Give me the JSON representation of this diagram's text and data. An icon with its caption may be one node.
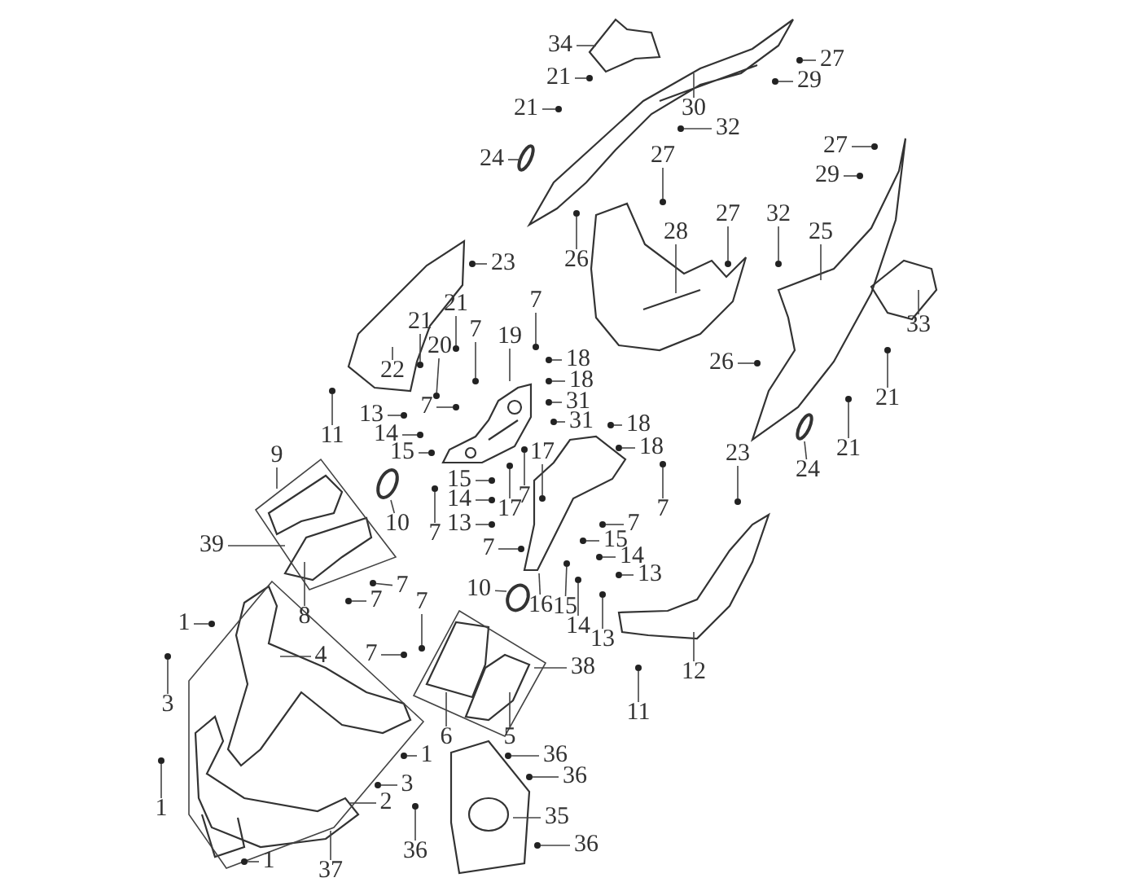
{
  "diagram": {
    "nodes": [
      {
        "text": [
          "34"
        ]
      },
      {
        "text": [
          "27"
        ]
      },
      {
        "text": [
          "21"
        ]
      },
      {
        "text": [
          "29"
        ]
      },
      {
        "text": [
          "21"
        ]
      },
      {
        "text": [
          "30"
        ]
      },
      {
        "text": [
          "32"
        ]
      },
      {
        "text": [
          "27"
        ]
      },
      {
        "text": [
          "24"
        ]
      },
      {
        "text": [
          "27"
        ]
      },
      {
        "text": [
          "29"
        ]
      },
      {
        "text": [
          "27"
        ]
      },
      {
        "text": [
          "32"
        ]
      },
      {
        "text": [
          "28"
        ]
      },
      {
        "text": [
          "25"
        ]
      },
      {
        "text": [
          "26"
        ]
      },
      {
        "text": [
          "23"
        ]
      },
      {
        "text": [
          "7"
        ]
      },
      {
        "text": [
          "21"
        ]
      },
      {
        "text": [
          "21"
        ]
      },
      {
        "text": [
          "33"
        ]
      },
      {
        "text": [
          "7"
        ]
      },
      {
        "text": [
          "19"
        ]
      },
      {
        "text": [
          "20"
        ]
      },
      {
        "text": [
          "18"
        ]
      },
      {
        "text": [
          "26"
        ]
      },
      {
        "text": [
          "22"
        ]
      },
      {
        "text": [
          "18"
        ]
      },
      {
        "text": [
          "21"
        ]
      },
      {
        "text": [
          "31"
        ]
      },
      {
        "text": [
          "7"
        ]
      },
      {
        "text": [
          "13"
        ]
      },
      {
        "text": [
          "31"
        ]
      },
      {
        "text": [
          "18"
        ]
      },
      {
        "text": [
          "14"
        ]
      },
      {
        "text": [
          "11"
        ]
      },
      {
        "text": [
          "18"
        ]
      },
      {
        "text": [
          "21"
        ]
      },
      {
        "text": [
          "15"
        ]
      },
      {
        "text": [
          "17"
        ]
      },
      {
        "text": [
          "9"
        ]
      },
      {
        "text": [
          "23"
        ]
      },
      {
        "text": [
          "24"
        ]
      },
      {
        "text": [
          "15"
        ]
      },
      {
        "text": [
          "10"
        ]
      },
      {
        "text": [
          "14"
        ]
      },
      {
        "text": [
          "17"
        ]
      },
      {
        "text": [
          "7"
        ]
      },
      {
        "text": [
          "7"
        ]
      },
      {
        "text": [
          "13"
        ]
      },
      {
        "text": [
          "7"
        ]
      },
      {
        "text": [
          "7"
        ]
      },
      {
        "text": [
          "15"
        ]
      },
      {
        "text": [
          "39"
        ]
      },
      {
        "text": [
          "7"
        ]
      },
      {
        "text": [
          "14"
        ]
      },
      {
        "text": [
          "13"
        ]
      },
      {
        "text": [
          "7"
        ]
      },
      {
        "text": [
          "10"
        ]
      },
      {
        "text": [
          "7"
        ]
      },
      {
        "text": [
          "7"
        ]
      },
      {
        "text": [
          "16"
        ]
      },
      {
        "text": [
          "15"
        ]
      },
      {
        "text": [
          "8"
        ]
      },
      {
        "text": [
          "1"
        ]
      },
      {
        "text": [
          "14"
        ]
      },
      {
        "text": [
          "13"
        ]
      },
      {
        "text": [
          "7"
        ]
      },
      {
        "text": [
          "4"
        ]
      },
      {
        "text": [
          "38"
        ]
      },
      {
        "text": [
          "12"
        ]
      },
      {
        "text": [
          "3"
        ]
      },
      {
        "text": [
          "11"
        ]
      },
      {
        "text": [
          "6"
        ]
      },
      {
        "text": [
          "5"
        ]
      },
      {
        "text": [
          "36"
        ]
      },
      {
        "text": [
          "1"
        ]
      },
      {
        "text": [
          "1"
        ]
      },
      {
        "text": [
          "36"
        ]
      },
      {
        "text": [
          "3"
        ]
      },
      {
        "text": [
          "2"
        ]
      },
      {
        "text": [
          "35"
        ]
      },
      {
        "text": [
          "36"
        ]
      },
      {
        "text": [
          "36"
        ]
      },
      {
        "text": [
          "1"
        ]
      },
      {
        "text": [
          "37"
        ]
      },
      {
        "text": [],
        "shape": "circle"
      },
      {
        "text": [],
        "shape": "circle"
      },
      {
        "text": [],
        "shape": "circle"
      },
      {
        "text": [],
        "shape": "circle"
      },
      {
        "text": [],
        "shape": "circle"
      },
      {
        "text": [],
        "shape": "circle"
      },
      {
        "text": [],
        "shape": "circle"
      },
      {
        "text": [],
        "shape": "circle"
      },
      {
        "text": [],
        "shape": "circle"
      },
      {
        "text": [],
        "shape": "circle"
      },
      {
        "text": [],
        "shape": "circle"
      },
      {
        "text": [],
        "shape": "circle"
      },
      {
        "text": [],
        "shape": "circle"
      },
      {
        "text": [],
        "shape": "circle"
      },
      {
        "text": [],
        "shape": "circle"
      },
      {
        "text": [],
        "shape": "circle"
      },
      {
        "text": [],
        "shape": "circle"
      },
      {
        "text": [],
        "shape": "circle"
      },
      {
        "text": [],
        "shape": "circle"
      },
      {
        "text": [],
        "shape": "circle"
      },
      {
        "text": [],
        "shape": "circle"
      },
      {
        "text": [],
        "shape": "circle"
      },
      {
        "text": [],
        "shape": "circle"
      },
      {
        "text": [],
        "shape": "circle"
      },
      {
        "text": [],
        "shape": "circle"
      },
      {
        "text": [],
        "shape": "circle"
      },
      {
        "text": [],
        "shape": "circle"
      },
      {
        "text": [],
        "shape": "circle"
      },
      {
        "text": [],
        "shape": "circle"
      },
      {
        "text": [],
        "shape": "circle"
      },
      {
        "text": [],
        "shape": "circle"
      },
      {
        "text": [],
        "shape": "circle"
      },
      {
        "text": [],
        "shape": "circle"
      },
      {
        "text": [],
        "shape": "circle"
      },
      {
        "text": [],
        "shape": "circle"
      },
      {
        "text": [],
        "shape": "circle"
      },
      {
        "text": [],
        "shape": "circle"
      },
      {
        "text": [],
        "shape": "circle"
      },
      {
        "text": [],
        "shape": "circle"
      },
      {
        "text": [],
        "shape": "circle"
      },
      {
        "text": [],
        "shape": "circle"
      },
      {
        "text": [],
        "shape": "circle"
      },
      {
        "text": [],
        "shape": "circle"
      },
      {
        "text": [],
        "shape": "circle"
      },
      {
        "text": [],
        "shape": "circle"
      },
      {
        "text": [],
        "shape": "circle"
      },
      {
        "text": [],
        "shape": "circle"
      },
      {
        "text": [],
        "shape": "circle"
      },
      {
        "text": [],
        "shape": "circle"
      },
      {
        "text": [],
        "shape": "circle"
      },
      {
        "text": [],
        "shape": "circle"
      },
      {
        "text": [],
        "shape": "circle"
      },
      {
        "text": [],
        "shape": "circle"
      },
      {
        "text": [],
        "shape": "circle"
      },
      {
        "text": [],
        "shape": "circle"
      },
      {
        "text": [],
        "shape": "circle"
      },
      {
        "text": [],
        "shape": "circle"
      },
      {
        "text": [],
        "shape": "circle"
      },
      {
        "text": [],
        "shape": "circle"
      },
      {
        "text": [],
        "shape": "circle"
      },
      {
        "text": [],
        "shape": "circle"
      },
      {
        "text": [],
        "shape": "circle"
      },
      {
        "text": [],
        "shape": "circle"
      },
      {
        "text": [],
        "shape": "ring"
      },
      {
        "text": [],
        "shape": "ring"
      },
      {
        "text": [],
        "shape": "ring"
      },
      {
        "text": [],
        "shape": "ring"
      }
    ],
    "edges": [
      {
        "from": 0,
        "to": null,
        "arrow": "none"
      },
      {
        "from": 1,
        "to": 86,
        "arrow": "none"
      },
      {
        "from": 2,
        "to": 87,
        "arrow": "none"
      },
      {
        "from": 3,
        "to": 88,
        "arrow": "none"
      },
      {
        "from": 4,
        "to": 89,
        "arrow": "none"
      },
      {
        "from": 5,
        "to": null,
        "arrow": "none"
      },
      {
        "from": 6,
        "to": 90,
        "arrow": "none"
      },
      {
        "from": 7,
        "to": 91,
        "arrow": "none"
      },
      {
        "from": 8,
        "to": 149,
        "arrow": "none"
      },
      {
        "from": 9,
        "to": 92,
        "arrow": "none"
      },
      {
        "from": 10,
        "to": 93,
        "arrow": "none"
      },
      {
        "from": 11,
        "to": 94,
        "arrow": "none"
      },
      {
        "from": 12,
        "to": 95,
        "arrow": "none"
      },
      {
        "from": 13,
        "to": null,
        "arrow": "none"
      },
      {
        "from": 14,
        "to": null,
        "arrow": "none"
      },
      {
        "from": 15,
        "to": 96,
        "arrow": "none"
      },
      {
        "from": 16,
        "to": 97,
        "arrow": "none"
      },
      {
        "from": 17,
        "to": 98,
        "arrow": "none"
      },
      {
        "from": 18,
        "to": 99,
        "arrow": "none"
      },
      {
        "from": 19,
        "to": 100,
        "arrow": "none"
      },
      {
        "from": 20,
        "to": null,
        "arrow": "none"
      },
      {
        "from": 21,
        "to": 101,
        "arrow": "none"
      },
      {
        "from": 22,
        "to": null,
        "arrow": "none"
      },
      {
        "from": 23,
        "to": 102,
        "arrow": "none"
      },
      {
        "from": 24,
        "to": 103,
        "arrow": "none"
      },
      {
        "from": 25,
        "to": 104,
        "arrow": "none"
      },
      {
        "from": 26,
        "to": null,
        "arrow": "none"
      },
      {
        "from": 27,
        "to": 105,
        "arrow": "none"
      },
      {
        "from": 28,
        "to": 106,
        "arrow": "none"
      },
      {
        "from": 29,
        "to": 107,
        "arrow": "none"
      },
      {
        "from": 30,
        "to": 108,
        "arrow": "none"
      },
      {
        "from": 31,
        "to": 109,
        "arrow": "none"
      },
      {
        "from": 32,
        "to": 110,
        "arrow": "none"
      },
      {
        "from": 33,
        "to": 111,
        "arrow": "none"
      },
      {
        "from": 34,
        "to": 112,
        "arrow": "none"
      },
      {
        "from": 35,
        "to": 113,
        "arrow": "none"
      },
      {
        "from": 36,
        "to": 114,
        "arrow": "none"
      },
      {
        "from": 37,
        "to": 115,
        "arrow": "none"
      },
      {
        "from": 38,
        "to": 116,
        "arrow": "none"
      },
      {
        "from": 39,
        "to": 117,
        "arrow": "none"
      },
      {
        "from": 40,
        "to": null,
        "arrow": "none"
      },
      {
        "from": 41,
        "to": 118,
        "arrow": "none"
      },
      {
        "from": 42,
        "to": 150,
        "arrow": "none"
      },
      {
        "from": 43,
        "to": 119,
        "arrow": "none"
      },
      {
        "from": 44,
        "to": 151,
        "arrow": "none"
      },
      {
        "from": 45,
        "to": 120,
        "arrow": "none"
      },
      {
        "from": 46,
        "to": 121,
        "arrow": "none"
      },
      {
        "from": 47,
        "to": 122,
        "arrow": "none"
      },
      {
        "from": 48,
        "to": 123,
        "arrow": "none"
      },
      {
        "from": 49,
        "to": 124,
        "arrow": "none"
      },
      {
        "from": 50,
        "to": 125,
        "arrow": "none"
      },
      {
        "from": 51,
        "to": 126,
        "arrow": "none"
      },
      {
        "from": 52,
        "to": 127,
        "arrow": "none"
      },
      {
        "from": 53,
        "to": null,
        "arrow": "none"
      },
      {
        "from": 54,
        "to": 128,
        "arrow": "none"
      },
      {
        "from": 55,
        "to": 129,
        "arrow": "none"
      },
      {
        "from": 56,
        "to": 130,
        "arrow": "none"
      },
      {
        "from": 57,
        "to": 131,
        "arrow": "none"
      },
      {
        "from": 58,
        "to": 152,
        "arrow": "none"
      },
      {
        "from": 59,
        "to": 132,
        "arrow": "none"
      },
      {
        "from": 60,
        "to": 133,
        "arrow": "none"
      },
      {
        "from": 61,
        "to": null,
        "arrow": "none"
      },
      {
        "from": 62,
        "to": 134,
        "arrow": "none"
      },
      {
        "from": 63,
        "to": null,
        "arrow": "none"
      },
      {
        "from": 64,
        "to": 135,
        "arrow": "none"
      },
      {
        "from": 65,
        "to": 136,
        "arrow": "none"
      },
      {
        "from": 66,
        "to": 137,
        "arrow": "none"
      },
      {
        "from": 67,
        "to": 138,
        "arrow": "none"
      },
      {
        "from": 68,
        "to": null,
        "arrow": "none"
      },
      {
        "from": 69,
        "to": null,
        "arrow": "none"
      },
      {
        "from": 70,
        "to": null,
        "arrow": "none"
      },
      {
        "from": 71,
        "to": 139,
        "arrow": "none"
      },
      {
        "from": 72,
        "to": 140,
        "arrow": "none"
      },
      {
        "from": 73,
        "to": null,
        "arrow": "none"
      },
      {
        "from": 74,
        "to": null,
        "arrow": "none"
      },
      {
        "from": 75,
        "to": 141,
        "arrow": "none"
      },
      {
        "from": 76,
        "to": 142,
        "arrow": "none"
      },
      {
        "from": 77,
        "to": 143,
        "arrow": "none"
      },
      {
        "from": 78,
        "to": 144,
        "arrow": "none"
      },
      {
        "from": 79,
        "to": 145,
        "arrow": "none"
      },
      {
        "from": 80,
        "to": null,
        "arrow": "none"
      },
      {
        "from": 81,
        "to": null,
        "arrow": "none"
      },
      {
        "from": 82,
        "to": 146,
        "arrow": "none"
      },
      {
        "from": 83,
        "to": 147,
        "arrow": "none"
      },
      {
        "from": 84,
        "to": 148,
        "arrow": "none"
      },
      {
        "from": 85,
        "to": null,
        "arrow": "none"
      }
    ]
  }
}
